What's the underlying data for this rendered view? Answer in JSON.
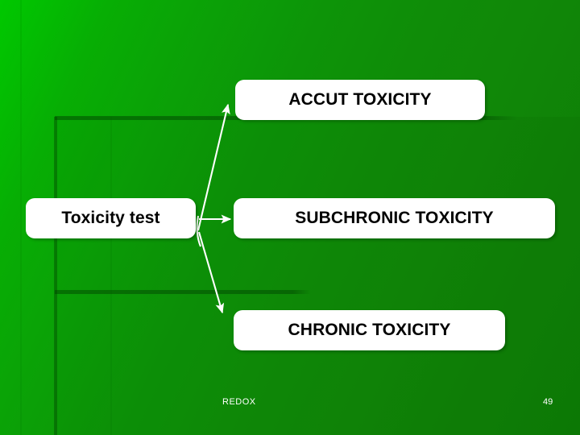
{
  "slide": {
    "background_gradient_from": "#00c800",
    "background_gradient_to": "#0d7c06",
    "box_fill": "#ffffff",
    "box_text_color": "#000000",
    "arrow_color": "#ffffff"
  },
  "diagram": {
    "source": {
      "label": "Toxicity test"
    },
    "branches": [
      {
        "id": "acute",
        "label": "ACCUT TOXICITY"
      },
      {
        "id": "subchronic",
        "label": "SUBCHRONIC TOXICITY"
      },
      {
        "id": "chronic",
        "label": "CHRONIC TOXICITY"
      }
    ],
    "connectors": [
      {
        "id": "connector-to-acute",
        "from": "Toxicity test",
        "to": "ACCUT TOXICITY",
        "direction": "up"
      },
      {
        "id": "connector-to-subchronic",
        "from": "Toxicity test",
        "to": "SUBCHRONIC TOXICITY",
        "direction": "right"
      },
      {
        "id": "connector-to-chronic",
        "from": "Toxicity test",
        "to": "CHRONIC TOXICITY",
        "direction": "down"
      }
    ]
  },
  "footer": {
    "label": "REDOX",
    "page_number": "49"
  }
}
